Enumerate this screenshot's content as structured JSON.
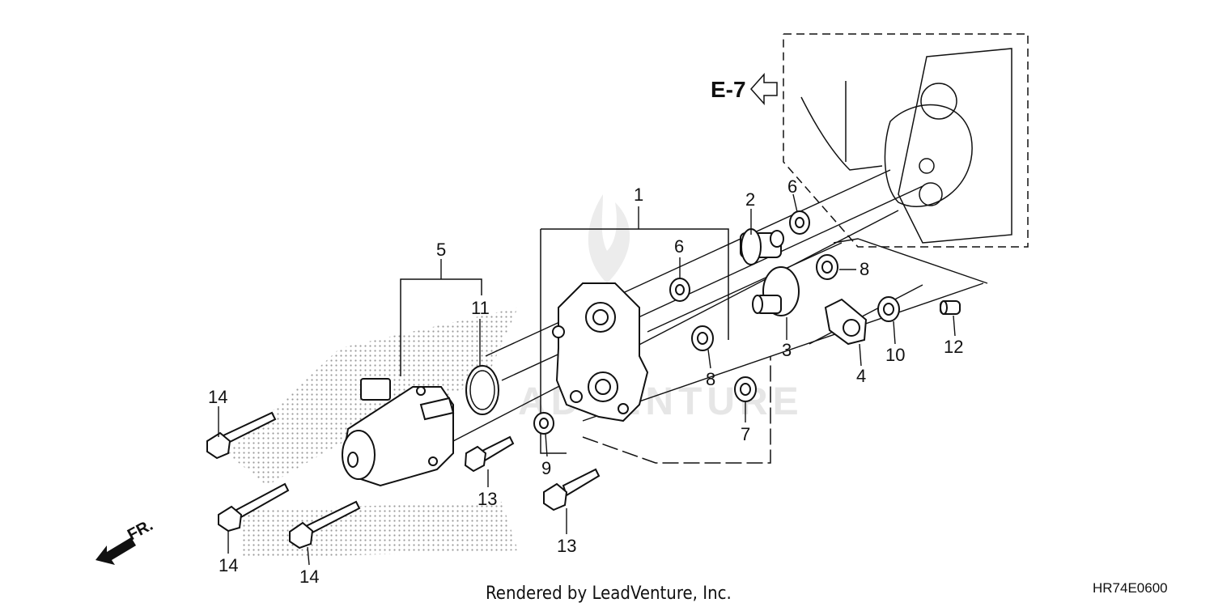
{
  "watermark": "ADVENTURE",
  "reference": {
    "code": "E-7"
  },
  "front_marker": {
    "label": "FR."
  },
  "footer": {
    "rendered_by": "Rendered by LeadVenture, Inc.",
    "diagram_code": "HR74E0600"
  },
  "callouts": [
    {
      "id": "1",
      "label": "1"
    },
    {
      "id": "2",
      "label": "2"
    },
    {
      "id": "3",
      "label": "3"
    },
    {
      "id": "4",
      "label": "4"
    },
    {
      "id": "5",
      "label": "5"
    },
    {
      "id": "6a",
      "label": "6"
    },
    {
      "id": "6b",
      "label": "6"
    },
    {
      "id": "7",
      "label": "7"
    },
    {
      "id": "8a",
      "label": "8"
    },
    {
      "id": "8b",
      "label": "8"
    },
    {
      "id": "9",
      "label": "9"
    },
    {
      "id": "10",
      "label": "10"
    },
    {
      "id": "11",
      "label": "11"
    },
    {
      "id": "12",
      "label": "12"
    },
    {
      "id": "13a",
      "label": "13"
    },
    {
      "id": "13b",
      "label": "13"
    },
    {
      "id": "14a",
      "label": "14"
    },
    {
      "id": "14b",
      "label": "14"
    },
    {
      "id": "14c",
      "label": "14"
    }
  ]
}
